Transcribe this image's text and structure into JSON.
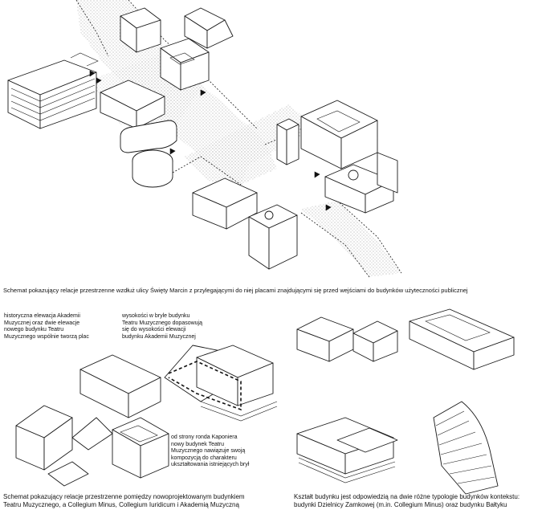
{
  "captions": {
    "main": "Schemat pokazujący relacje przestrzenne wzdłuż ulicy Święty Marcin z przylegającymi do niej placami znajdującymi się przed wejściami do budynków użyteczności publicznej",
    "bottom_left_line1": "Schemat pokazujący relacje przestrzenne pomiędzy nowoprojektowanym budynkiem",
    "bottom_left_line2": "Teatru Muzycznego, a Collegium Minus, Collegium Iuridicum i Akademią Muzyczną",
    "bottom_right_line1": "Kształt budynku jest odpowiedzią na dwie różne typologie budynków kontekstu:",
    "bottom_right_line2": "budynki Dzielnicy Zamkowej (m.in. Collegium Minus) oraz budynku Bałtyku"
  },
  "annotations": {
    "a1": [
      "historyczna elewacja Akademii",
      "Muzycznej oraz dwie elewacje",
      "nowego budynku Teatru",
      "Muzycznego wspólnie tworzą plac"
    ],
    "a2": [
      "wysokości w bryle budynku",
      "Teatru Muzycznego dopasowują",
      "się do wysokości elewacji",
      "budynku Akademii Muzycznej"
    ],
    "a3": [
      "od strony ronda Kaponiera",
      "nowy budynek Teatru",
      "Muzycznego nawiązuje swoją",
      "kompozycją do charakteru",
      "ukształtowania istniejących brył"
    ]
  }
}
